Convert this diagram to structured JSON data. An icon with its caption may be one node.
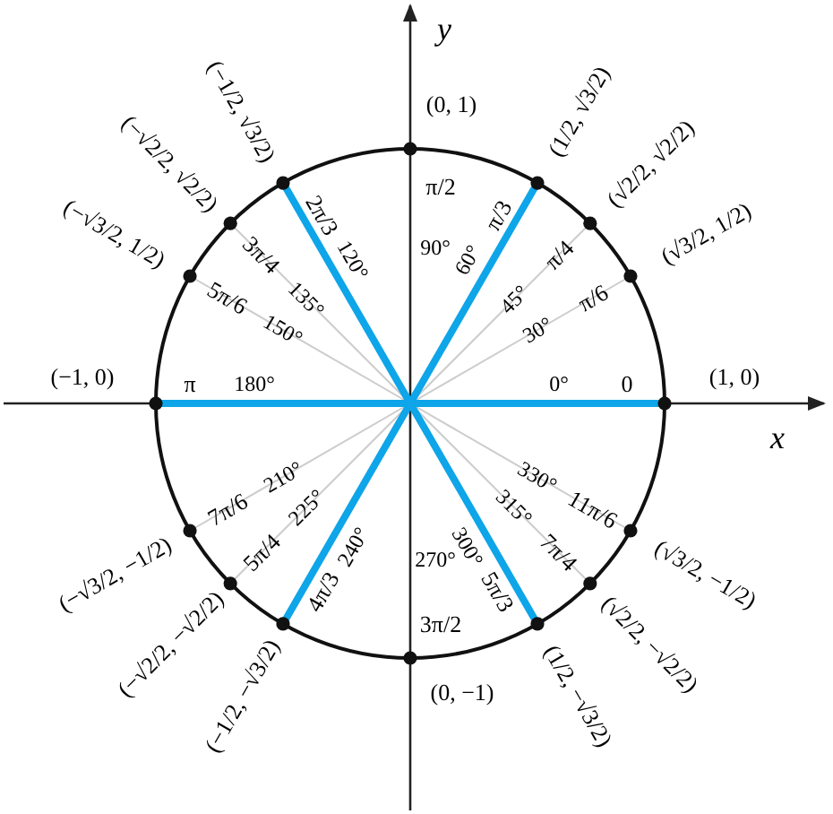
{
  "diagram": {
    "labels": [
      "y",
      "x",
      "(0, 1)",
      "π/2",
      "90°",
      "(1/2, √3/2)",
      "π/3",
      "60°",
      "(√2/2, √2/2)",
      "π/4",
      "45°",
      "(√3/2, 1/2)",
      "π/6",
      "30°",
      "(1, 0)",
      "0",
      "0°",
      "(−1/2, √3/2)",
      "2π/3",
      "120°",
      "(−√2/2, √2/2)",
      "3π/4",
      "135°",
      "(−√3/2, 1/2)",
      "5π/6",
      "150°",
      "(−1, 0)",
      "π",
      "180°",
      "(−√3/2, −1/2)",
      "7π/6",
      "210°",
      "(−√2/2, −√2/2)",
      "5π/4",
      "225°",
      "(−1/2, −√3/2)",
      "4π/3",
      "240°",
      "(0, −1)",
      "3π/2",
      "270°",
      "(1/2, −√3/2)",
      "5π/3",
      "300°",
      "(√2/2, −√2/2)",
      "7π/4",
      "315°",
      "(√3/2, −1/2)",
      "11π/6",
      "330°"
    ]
  }
}
